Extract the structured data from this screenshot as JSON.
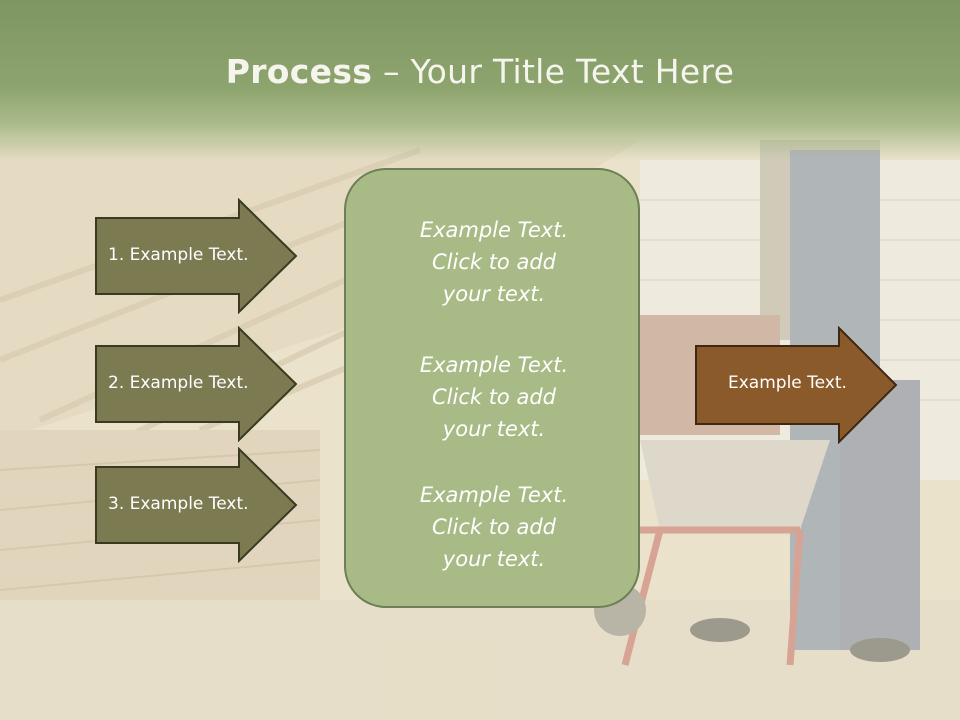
{
  "slide": {
    "title_bold": "Process",
    "title_rest": " – Your Title Text Here"
  },
  "left_steps": [
    {
      "label": "1. Example Text."
    },
    {
      "label": "2. Example Text."
    },
    {
      "label": "3. Example Text."
    }
  ],
  "center_box": {
    "paragraphs": [
      "Example Text.\nClick  to add\nyour text.",
      "Example Text.\nClick  to add\nyour text.",
      "Example Text.\nClick  to add\nyour text."
    ]
  },
  "right_arrow": {
    "label": "Example Text."
  },
  "colors": {
    "header": "#7e9660",
    "left_arrow_fill": "#7c7a51",
    "left_arrow_border": "#3a3a22",
    "center_fill": "#a8ba86",
    "right_arrow_fill": "#8b5a2b"
  }
}
